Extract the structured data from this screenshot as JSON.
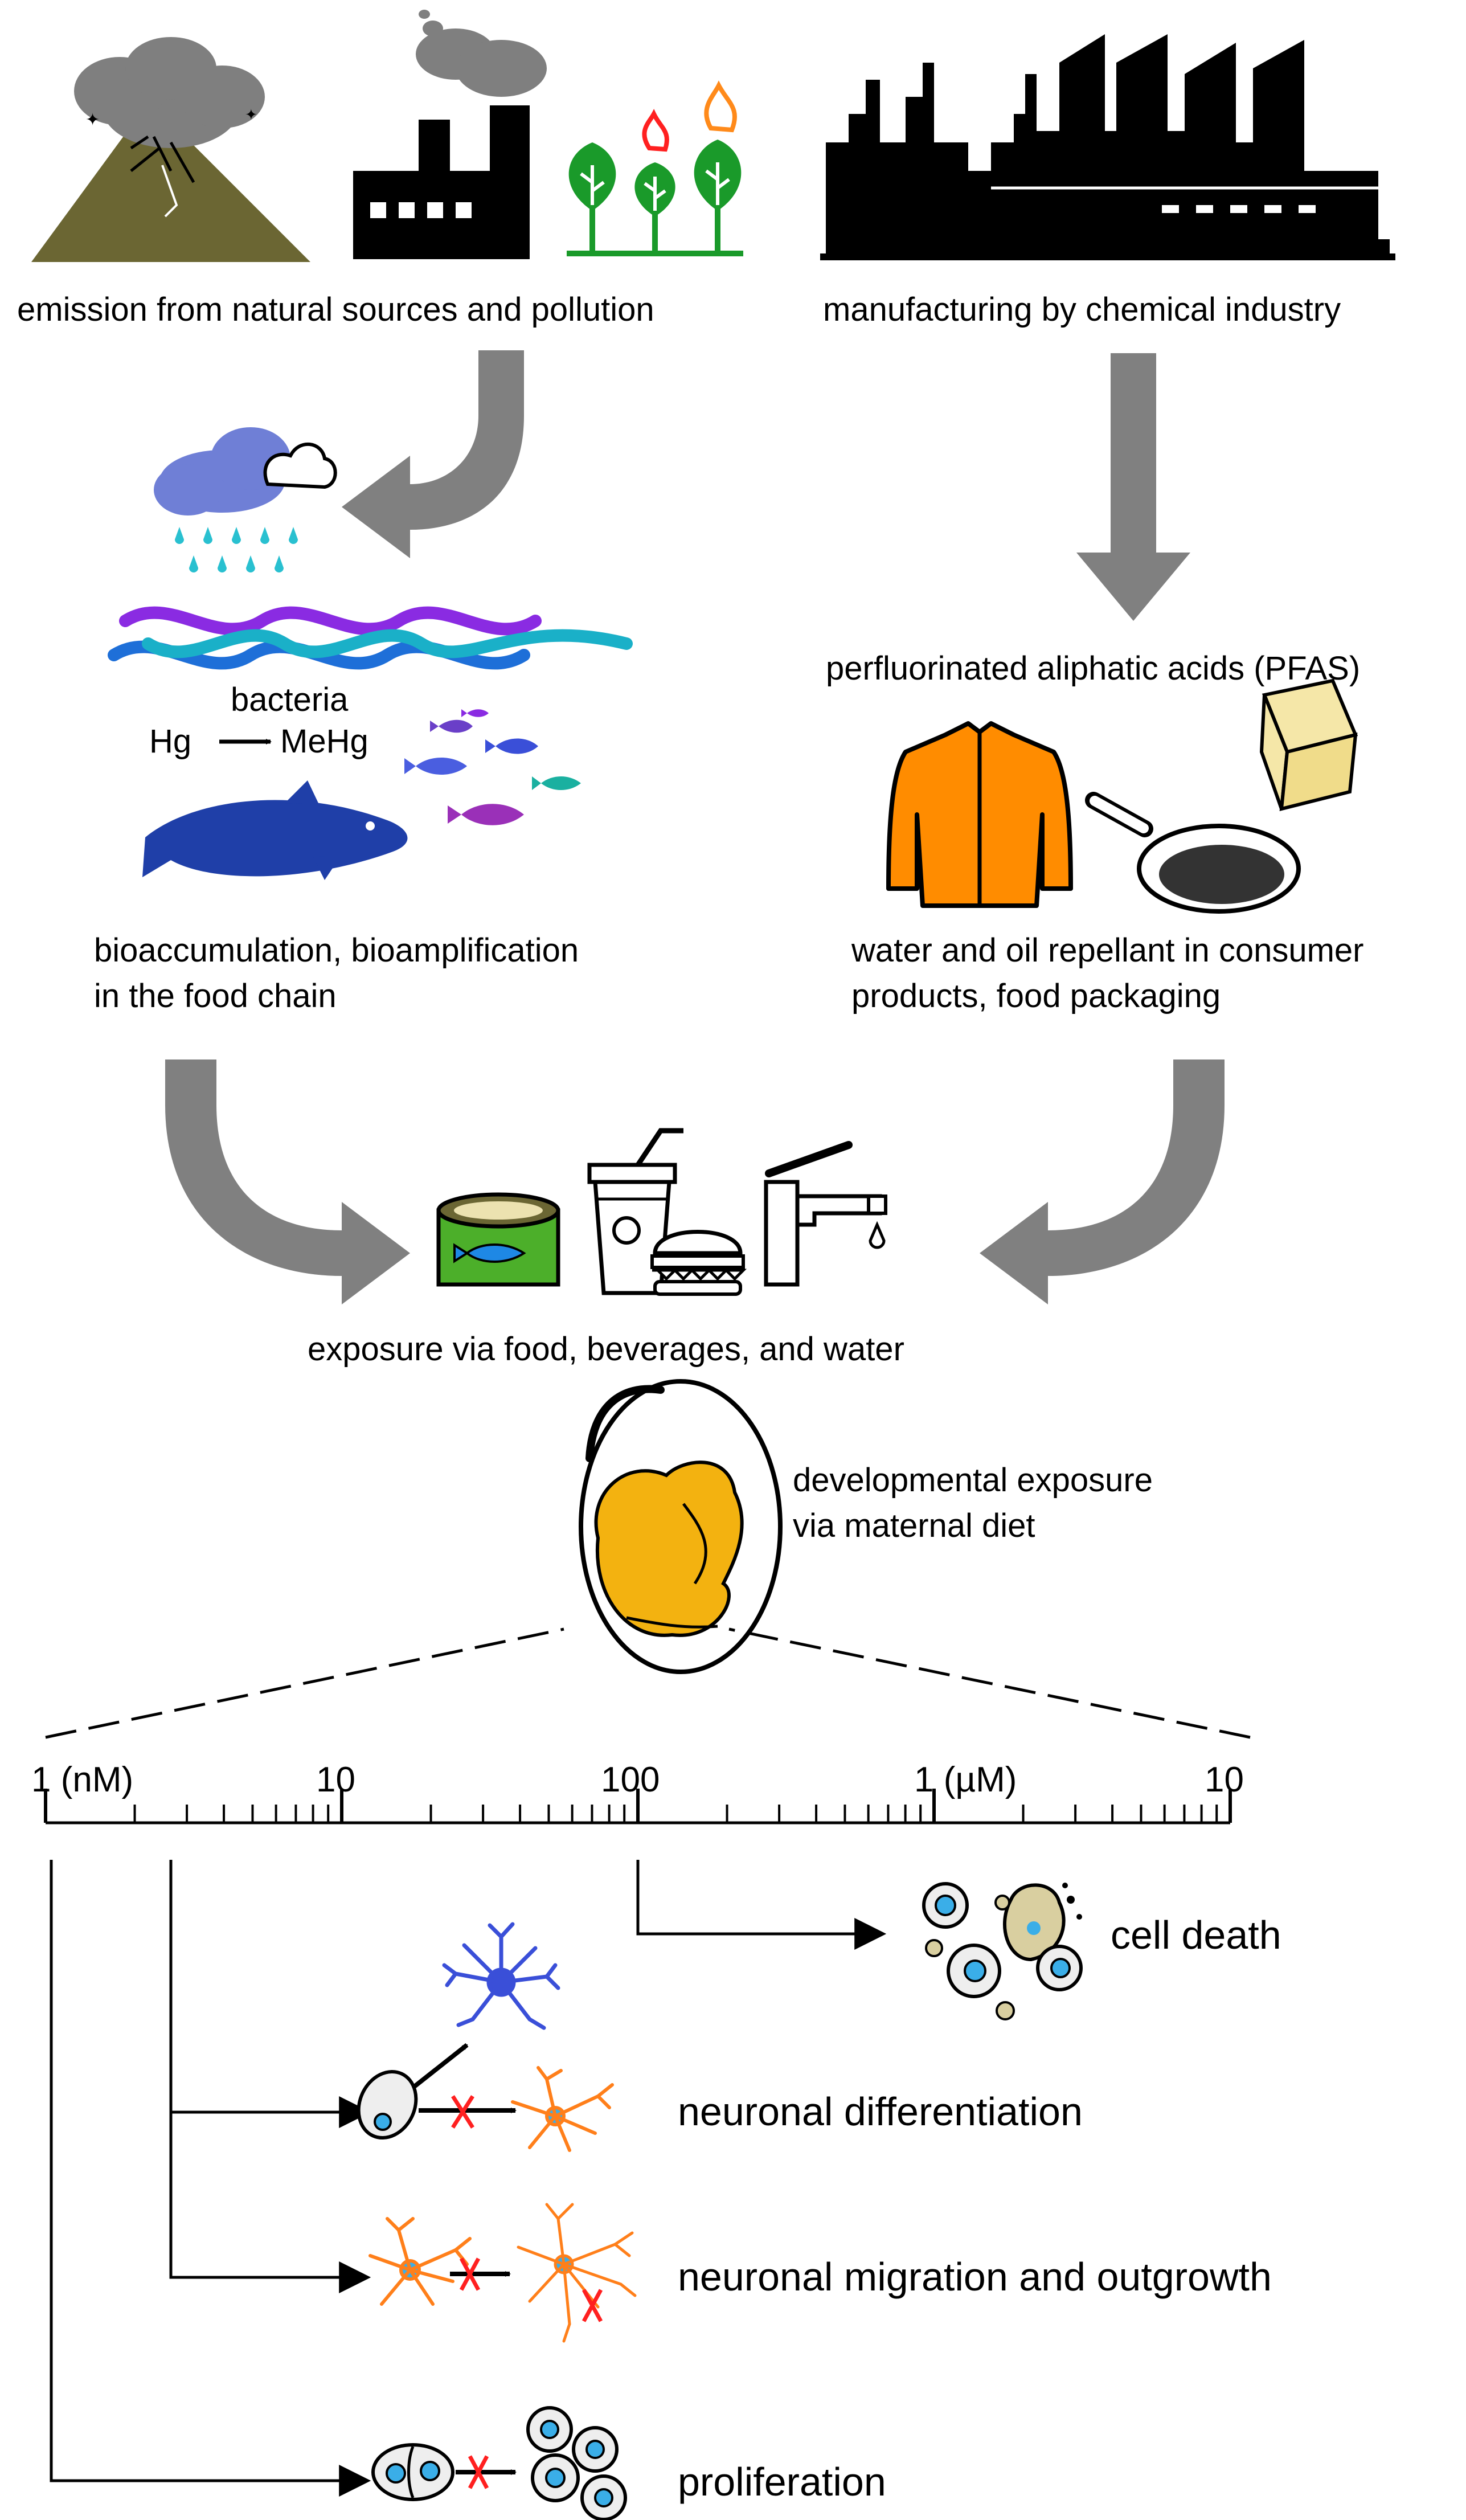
{
  "labels": {
    "natural_sources": "emission from natural sources and pollution",
    "chemical_industry": "manufacturing by chemical industry",
    "bacteria": "bacteria",
    "hg": "Hg",
    "mehg": "MeHg",
    "pfas": "perfluorinated aliphatic acids (PFAS)",
    "bioaccumulation_1": "bioaccumulation, bioamplification",
    "bioaccumulation_2": "in the food chain",
    "repellant_1": "water and oil repellant in consumer",
    "repellant_2": "products, food packaging",
    "exposure": "exposure via food, beverages, and water",
    "developmental_1": "developmental exposure",
    "developmental_2": "via maternal diet"
  },
  "scale": {
    "tick_labels": [
      "1 (nM)",
      "10",
      "100",
      "1 (µM)",
      "10"
    ],
    "decades": 4
  },
  "outcomes": [
    {
      "label": "cell death",
      "onset": "100 nM"
    },
    {
      "label": "neuronal differentiation",
      "onset": "2 nM"
    },
    {
      "label": "neuronal migration and outgrowth",
      "onset": "2 nM"
    },
    {
      "label": "proliferation",
      "onset": "1 nM"
    }
  ],
  "colors": {
    "arrow_gray": "#808080",
    "volcano": "#6b6633",
    "smoke": "#7f7f7f",
    "tree_green": "#1a9a2a",
    "flame_red": "#ff2020",
    "flame_orange": "#ff8a1a",
    "cloud_blue": "#6f7fd6",
    "rain_cyan": "#29c0d0",
    "wave_purple": "#8a2be2",
    "wave_blue": "#1e6fd8",
    "wave_cyan": "#1ab0c8",
    "fish_navy": "#1f3fa8",
    "jacket_orange": "#ff8c00",
    "can_green": "#4caf2a",
    "embryo_gold": "#f3b210",
    "neuron_blue": "#3a4fd8",
    "neuron_orange": "#ff7f1a",
    "nucleus_blue": "#3aaee8",
    "block_red": "#ff2020"
  }
}
